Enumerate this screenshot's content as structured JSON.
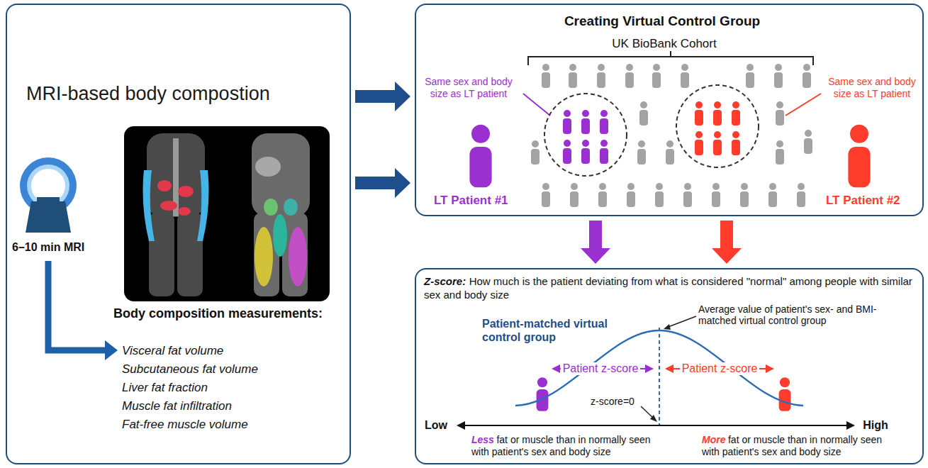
{
  "diagram": {
    "nodes": [
      {
        "text": [
          "MRI-based body compostion",
          "6–10 min MRI",
          "Body composition measurements:",
          "Visceral fat volume",
          "Subcutaneous fat volume",
          "Liver fat fraction",
          "Muscle fat infiltration",
          "Fat-free muscle volume"
        ]
      },
      {
        "text": [
          "Creating Virtual Control Group",
          "UK BioBank Cohort",
          "Same sex and body size as LT patient",
          "Same sex and body size as LT patient",
          "LT Patient #1",
          "LT Patient #2"
        ]
      },
      {
        "text": [
          "Z-score:",
          "How much is the patient deviating from what is considered \"normal\" among people with similar sex and body size",
          "Patient-matched virtual control group",
          "Average value of patient's sex- and BMI-matched virtual control group",
          "Patient z-score",
          "Patient z-score",
          "z-score=0",
          "Low",
          "High",
          "Less",
          "fat or muscle than in normally seen with patient's sex and body size",
          "More",
          "fat or muscle than in normally seen with patient's sex and body size"
        ]
      }
    ],
    "edges": [
      {
        "from": 0,
        "to": 1,
        "arrow": "to"
      },
      {
        "from": 0,
        "to": 1,
        "arrow": "to"
      },
      {
        "from": 1,
        "to": 2,
        "arrow": "to"
      },
      {
        "from": 1,
        "to": 2,
        "arrow": "to"
      }
    ]
  }
}
